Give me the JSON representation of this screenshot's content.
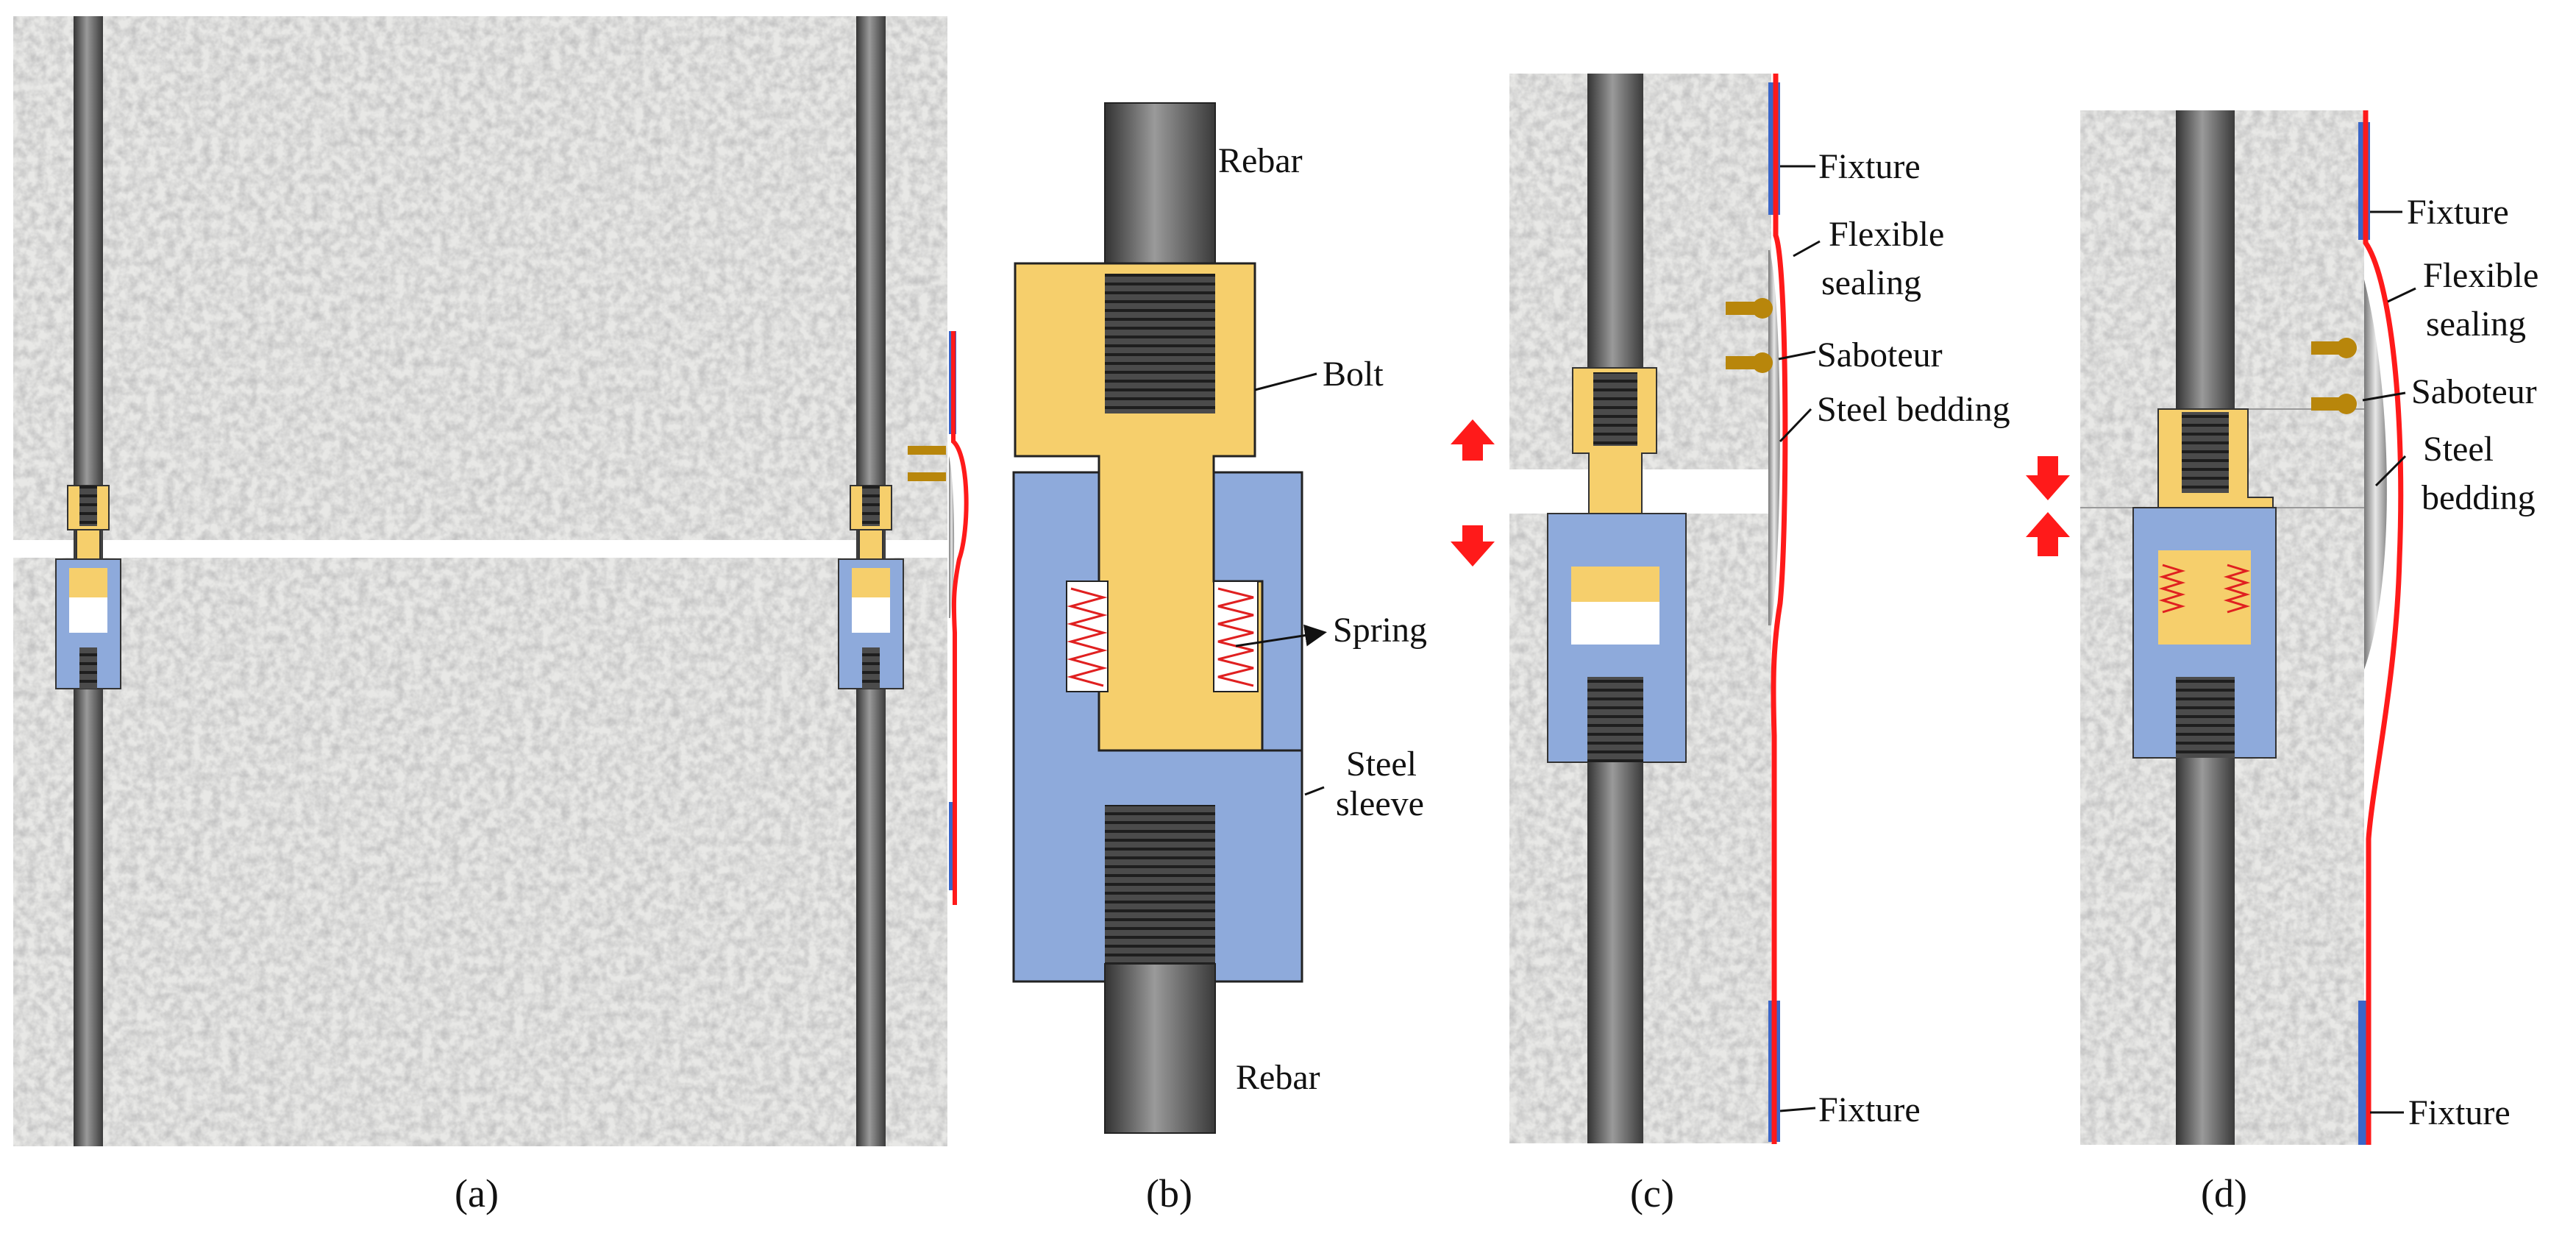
{
  "panels": {
    "a": {
      "caption": "(a)"
    },
    "b": {
      "caption": "(b)",
      "labels": {
        "rebar_top": "Rebar",
        "bolt": "Bolt",
        "spring": "Spring",
        "steel_sleeve_1": "Steel",
        "steel_sleeve_2": "sleeve",
        "rebar_bottom": "Rebar"
      }
    },
    "c": {
      "caption": "(c)",
      "labels": {
        "fixture_top": "Fixture",
        "flexible_1": "Flexible",
        "flexible_2": "sealing",
        "saboteur": "Saboteur",
        "steel_bedding": "Steel bedding",
        "fixture_bottom": "Fixture"
      },
      "load_direction": "opening"
    },
    "d": {
      "caption": "(d)",
      "labels": {
        "fixture_top": "Fixture",
        "flexible_1": "Flexible",
        "flexible_2": "sealing",
        "saboteur": "Saboteur",
        "steel_1": "Steel",
        "steel_2": "bedding",
        "fixture_bottom": "Fixture"
      },
      "load_direction": "closing"
    }
  },
  "colors": {
    "concrete": "#e8e8e6",
    "rebar": "#5a5a5a",
    "bolt": "#f6cf6c",
    "sleeve": "#8eaadb",
    "spring": "#e02020",
    "sealing": "#ff1a1a",
    "fixture": "#3a66c8",
    "saboteur": "#b8860b",
    "arrow": "#ff1a1a"
  }
}
